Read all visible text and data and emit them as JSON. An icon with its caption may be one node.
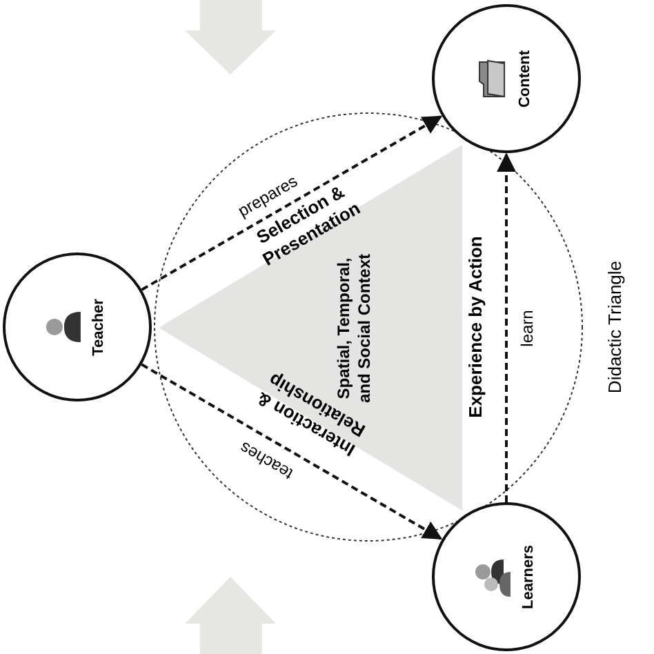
{
  "diagram": {
    "nodes": [
      {
        "text": [
          "Teacher"
        ]
      },
      {
        "text": [
          "Content"
        ]
      },
      {
        "text": [
          "Learners"
        ]
      },
      {
        "text": [
          "Spatial, Temporal, and Social Context"
        ]
      }
    ],
    "edges": [
      {
        "from": 0,
        "to": 1,
        "arrow": "to",
        "label": "prepares",
        "style": "dashed"
      },
      {
        "from": 0,
        "to": 2,
        "arrow": "to",
        "label": "teaches",
        "style": "dashed"
      },
      {
        "from": 2,
        "to": 1,
        "arrow": "to",
        "label": "learn",
        "style": "dashed"
      }
    ],
    "labels": [
      "Selection & Presentation",
      "Interaction & Relationship",
      "Experience by Action",
      "Didactic Triangle"
    ]
  }
}
